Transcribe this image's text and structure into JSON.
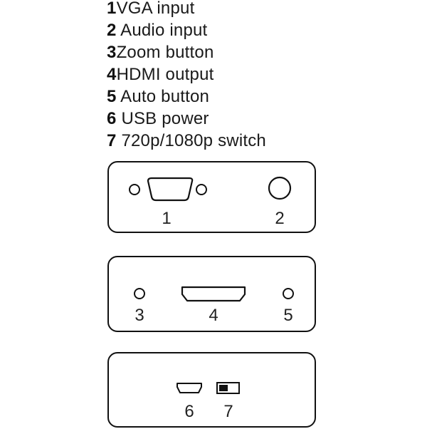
{
  "legend": {
    "items": [
      {
        "num": "1",
        "label": "VGA input"
      },
      {
        "num": "2",
        "label": "Audio input"
      },
      {
        "num": "3",
        "label": "Zoom button"
      },
      {
        "num": "4",
        "label": "HDMI output"
      },
      {
        "num": "5",
        "label": "Auto button"
      },
      {
        "num": "6",
        "label": "USB power"
      },
      {
        "num": "7",
        "label": "720p/1080p switch"
      }
    ]
  },
  "panels": {
    "front": {
      "labels": {
        "vga": "1",
        "audio": "2"
      }
    },
    "rear": {
      "labels": {
        "zoom": "3",
        "hdmi": "4",
        "auto": "5"
      }
    },
    "side": {
      "labels": {
        "usb": "6",
        "switch": "7"
      }
    }
  },
  "colors": {
    "stroke": "#111111",
    "background": "#ffffff"
  }
}
